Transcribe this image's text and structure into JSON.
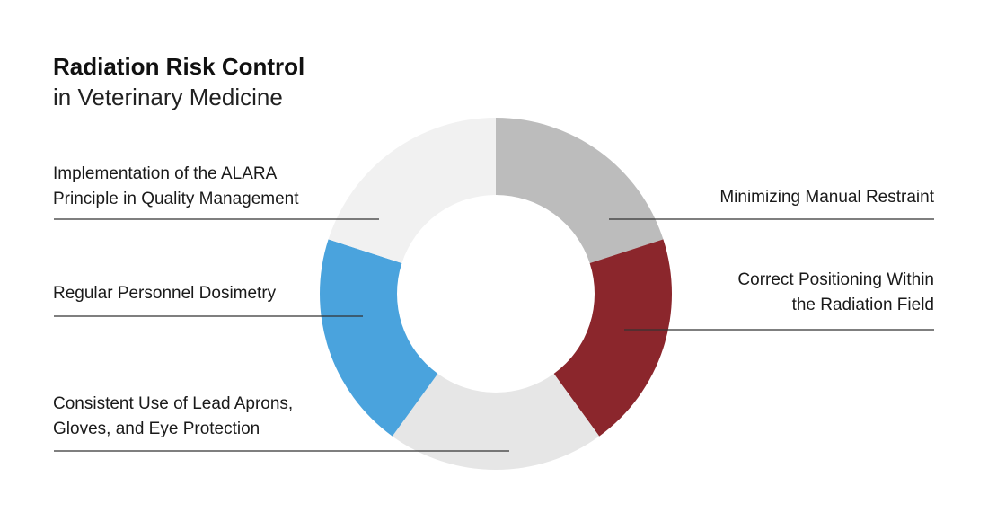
{
  "title": "Radiation Risk Control",
  "subtitle": "in Veterinary Medicine",
  "segments": [
    {
      "label_lines": [
        "Minimizing Manual Restraint"
      ],
      "color": "#bcbcbc"
    },
    {
      "label_lines": [
        "Correct Positioning Within",
        "the Radiation Field"
      ],
      "color": "#8b262c"
    },
    {
      "label_lines": [
        "Consistent Use of Lead Aprons,",
        "Gloves, and Eye Protection"
      ],
      "color": "#e6e6e6"
    },
    {
      "label_lines": [
        "Regular Personnel Dosimetry"
      ],
      "color": "#4aa3dd"
    },
    {
      "label_lines": [
        "Implementation of the ALARA",
        "Principle in Quality Management"
      ],
      "color": "#f1f1f1"
    }
  ]
}
